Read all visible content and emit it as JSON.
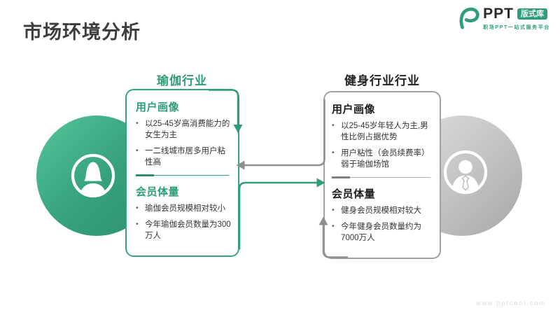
{
  "page": {
    "title": "市场环境分析",
    "watermark": "www.pptcool.com"
  },
  "logo": {
    "brand": "PPT",
    "badge": "版式库",
    "tagline": "职场PPT一站式服务平台"
  },
  "colors": {
    "accent_green": "#2e9d78",
    "accent_gray": "#a2a2a2"
  },
  "columns": [
    {
      "header": "瑜伽行业",
      "theme": "green",
      "persona_icon": "female-user-icon",
      "sections": [
        {
          "heading": "用户画像",
          "bullets": [
            "以25-45岁高消费能力的女生为主",
            "一二线城市居多用户粘性高"
          ]
        },
        {
          "heading": "会员体量",
          "bullets": [
            "瑜伽会员规模相对较小",
            "今年瑜伽会员数量为300万人"
          ]
        }
      ]
    },
    {
      "header": "健身行业行业",
      "theme": "gray",
      "persona_icon": "male-user-icon",
      "sections": [
        {
          "heading": "用户画像",
          "bullets": [
            "以25-45岁年轻人为主,男性比例占据优势",
            "用户粘性（会员续费率）弱于瑜伽场馆"
          ]
        },
        {
          "heading": "会员体量",
          "bullets": [
            "健身会员规模相对较大",
            "今年健身会员数量约为7000万人"
          ]
        }
      ]
    }
  ]
}
